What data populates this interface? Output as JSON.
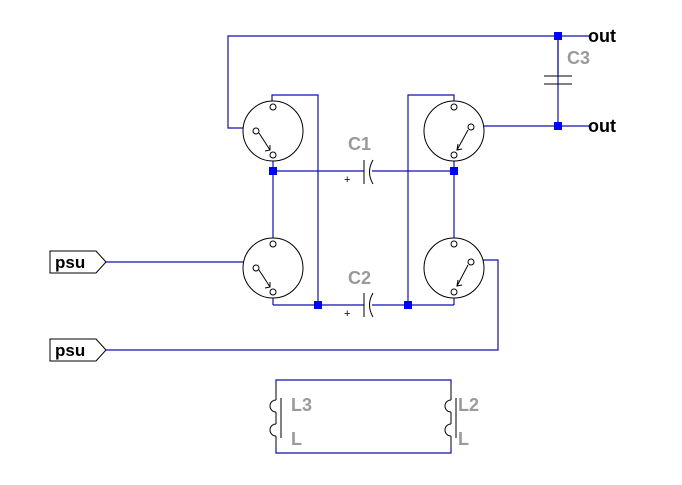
{
  "ports": {
    "psu_top": "psu",
    "psu_bottom": "psu"
  },
  "nets": {
    "out_top": "out",
    "out_bottom": "out"
  },
  "components": {
    "c1": "C1",
    "c2": "C2",
    "c3": "C3",
    "c1_polarity": "+",
    "c2_polarity": "+",
    "l3_name": "L3",
    "l3_value": "L",
    "l2_name": "L2",
    "l2_value": "L"
  },
  "colors": {
    "wire": "#1010b0",
    "junction": "#0000ff",
    "label": "#9a9a9a",
    "symbol": "#000000"
  }
}
